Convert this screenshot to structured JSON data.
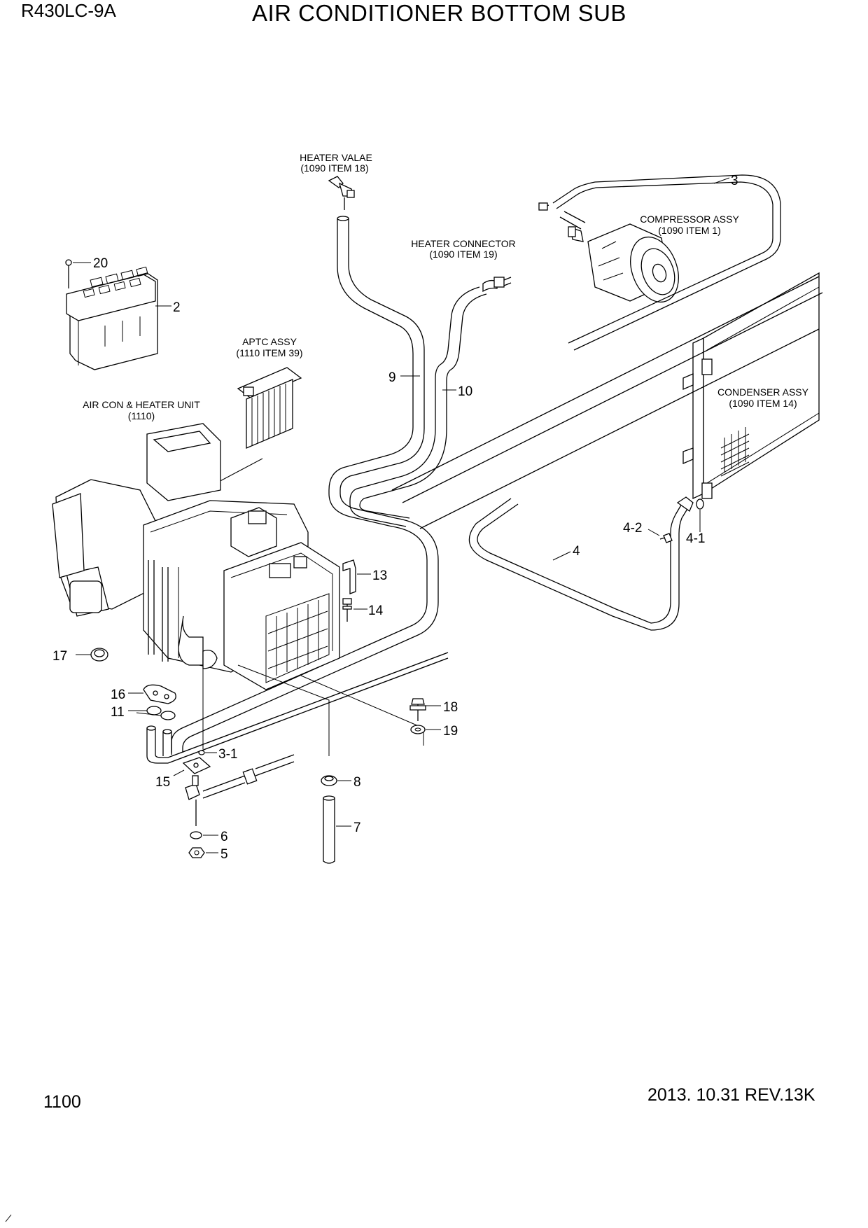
{
  "header": {
    "model": "R430LC-9A",
    "title": "AIR CONDITIONER BOTTOM SUB"
  },
  "footer": {
    "page_number": "1100",
    "revision": "2013. 10.31  REV.13K"
  },
  "labels": {
    "heater_valve": [
      "HEATER VALAE",
      "(1090 ITEM 18)"
    ],
    "heater_connector": [
      "HEATER CONNECTOR",
      "(1090 ITEM 19)"
    ],
    "compressor": [
      "COMPRESSOR ASSY",
      "(1090 ITEM 1)"
    ],
    "aptc": [
      "APTC ASSY",
      "(1110 ITEM 39)"
    ],
    "aircon_unit": [
      "AIR CON & HEATER UNIT",
      "(1110)"
    ],
    "condenser": [
      "CONDENSER ASSY",
      "(1090 ITEM 14)"
    ]
  },
  "callouts": {
    "c20": "20",
    "c2": "2",
    "c3": "3",
    "c9": "9",
    "c10": "10",
    "c4_2": "4-2",
    "c4_1": "4-1",
    "c4": "4",
    "c13": "13",
    "c14": "14",
    "c17": "17",
    "c16": "16",
    "c11": "11",
    "c18": "18",
    "c19": "19",
    "c3_1": "3-1",
    "c15": "15",
    "c8": "8",
    "c6": "6",
    "c7": "7",
    "c5": "5"
  }
}
